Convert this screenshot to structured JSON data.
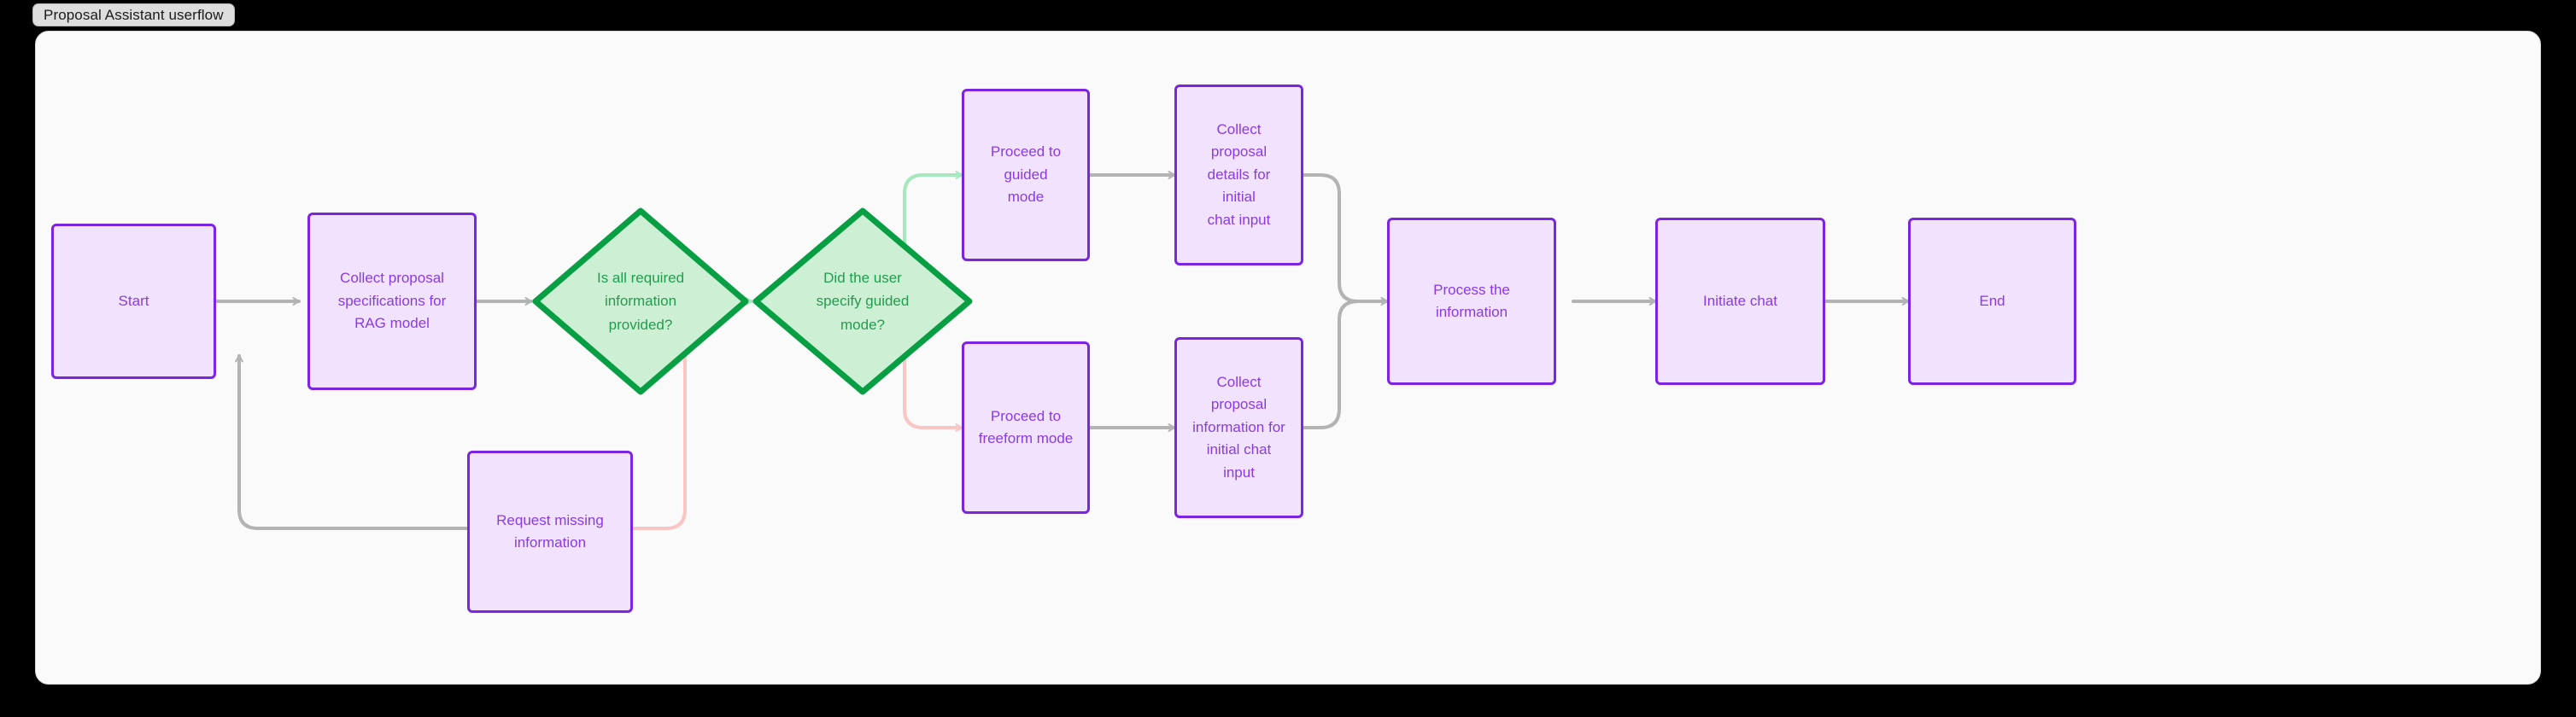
{
  "window": {
    "title": "Proposal Assistant userflow"
  },
  "colors": {
    "page_background": "#000000",
    "canvas_background": "#fbfafb",
    "canvas_border": "#d8d8d8",
    "tab_background": "#dedede",
    "process_border": "#7b25e0",
    "process_fill": "#f1e3fd",
    "process_text": "#8a3ae8",
    "decision_border": "#089e43",
    "decision_fill": "#cdf0d5",
    "decision_text": "#1f9e4e",
    "edge_default": "#b3b3b3",
    "edge_yes": "#a5e8bd",
    "edge_no": "#f9c5c5"
  },
  "diagram": {
    "type": "flowchart",
    "direction": "left-to-right",
    "nodes": [
      {
        "id": "start",
        "shape": "process",
        "label": "Start"
      },
      {
        "id": "collect-specs",
        "shape": "process",
        "label": "Collect proposal\nspecifications for\nRAG model"
      },
      {
        "id": "decision-info",
        "shape": "decision",
        "label": "Is all required\ninformation\nprovided?"
      },
      {
        "id": "request-missing",
        "shape": "process",
        "label": "Request missing\ninformation"
      },
      {
        "id": "decision-mode",
        "shape": "decision",
        "label": "Did the user\nspecify guided\nmode?"
      },
      {
        "id": "guided-mode",
        "shape": "process",
        "label": "Proceed to guided\nmode"
      },
      {
        "id": "guided-details",
        "shape": "process",
        "label": "Collect proposal\ndetails for initial\nchat input"
      },
      {
        "id": "freeform-mode",
        "shape": "process",
        "label": "Proceed to\nfreeform mode"
      },
      {
        "id": "freeform-details",
        "shape": "process",
        "label": "Collect proposal\ninformation for\ninitial chat input"
      },
      {
        "id": "process-info",
        "shape": "process",
        "label": "Process the\ninformation"
      },
      {
        "id": "initiate-chat",
        "shape": "process",
        "label": "Initiate chat"
      },
      {
        "id": "end",
        "shape": "process",
        "label": "End"
      }
    ],
    "edges": [
      {
        "from": "start",
        "to": "collect-specs",
        "style": "default"
      },
      {
        "from": "collect-specs",
        "to": "decision-info",
        "style": "default"
      },
      {
        "from": "decision-info",
        "to": "decision-mode",
        "style": "yes"
      },
      {
        "from": "decision-info",
        "to": "request-missing",
        "style": "no"
      },
      {
        "from": "request-missing",
        "to": "collect-specs",
        "style": "default"
      },
      {
        "from": "decision-mode",
        "to": "guided-mode",
        "style": "yes"
      },
      {
        "from": "decision-mode",
        "to": "freeform-mode",
        "style": "no"
      },
      {
        "from": "guided-mode",
        "to": "guided-details",
        "style": "default"
      },
      {
        "from": "freeform-mode",
        "to": "freeform-details",
        "style": "default"
      },
      {
        "from": "guided-details",
        "to": "process-info",
        "style": "default"
      },
      {
        "from": "freeform-details",
        "to": "process-info",
        "style": "default"
      },
      {
        "from": "process-info",
        "to": "initiate-chat",
        "style": "default"
      },
      {
        "from": "initiate-chat",
        "to": "end",
        "style": "default"
      }
    ]
  }
}
